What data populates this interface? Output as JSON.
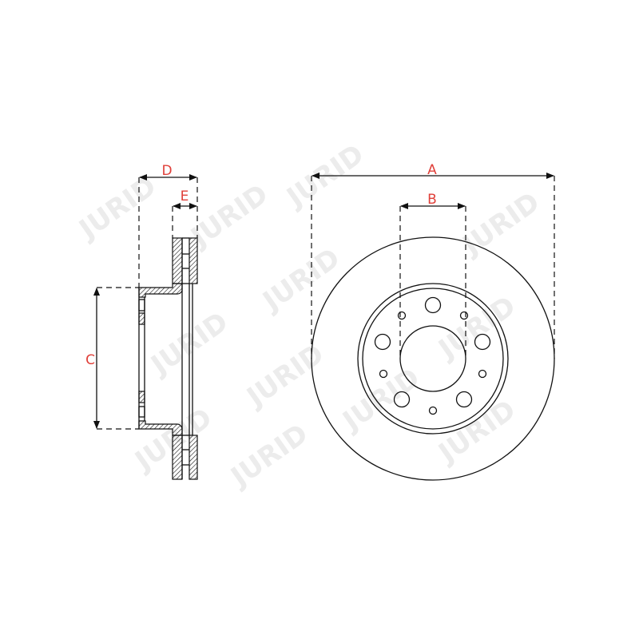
{
  "watermark": "JURID",
  "dimensions": {
    "A": "A",
    "B": "B",
    "C": "C",
    "D": "D",
    "E": "E"
  },
  "colors": {
    "label": "#e0403a",
    "line": "#111111",
    "watermark": "#ececec"
  }
}
